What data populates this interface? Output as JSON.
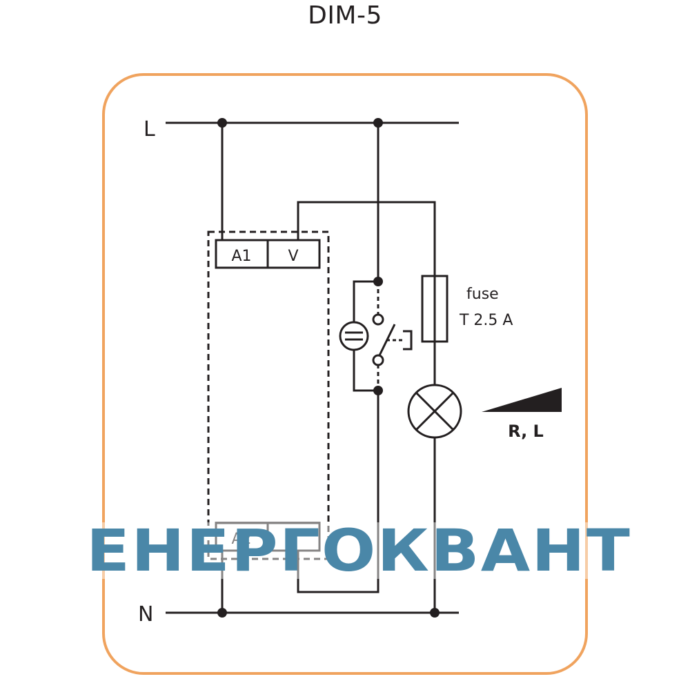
{
  "title": "DIM-5",
  "labels": {
    "line": "L",
    "neutral": "N",
    "terminal_a1": "A1",
    "terminal_v": "V",
    "terminal_a2": "A2",
    "terminal_t": "T",
    "fuse_name": "fuse",
    "fuse_rating": "T 2.5 A",
    "load_type": "R, L"
  },
  "watermark": "ЕНЕРГОКВАНТ",
  "colors": {
    "frame": "#f0a35e",
    "wire": "#231f20",
    "watermark": "#4a87a8"
  }
}
